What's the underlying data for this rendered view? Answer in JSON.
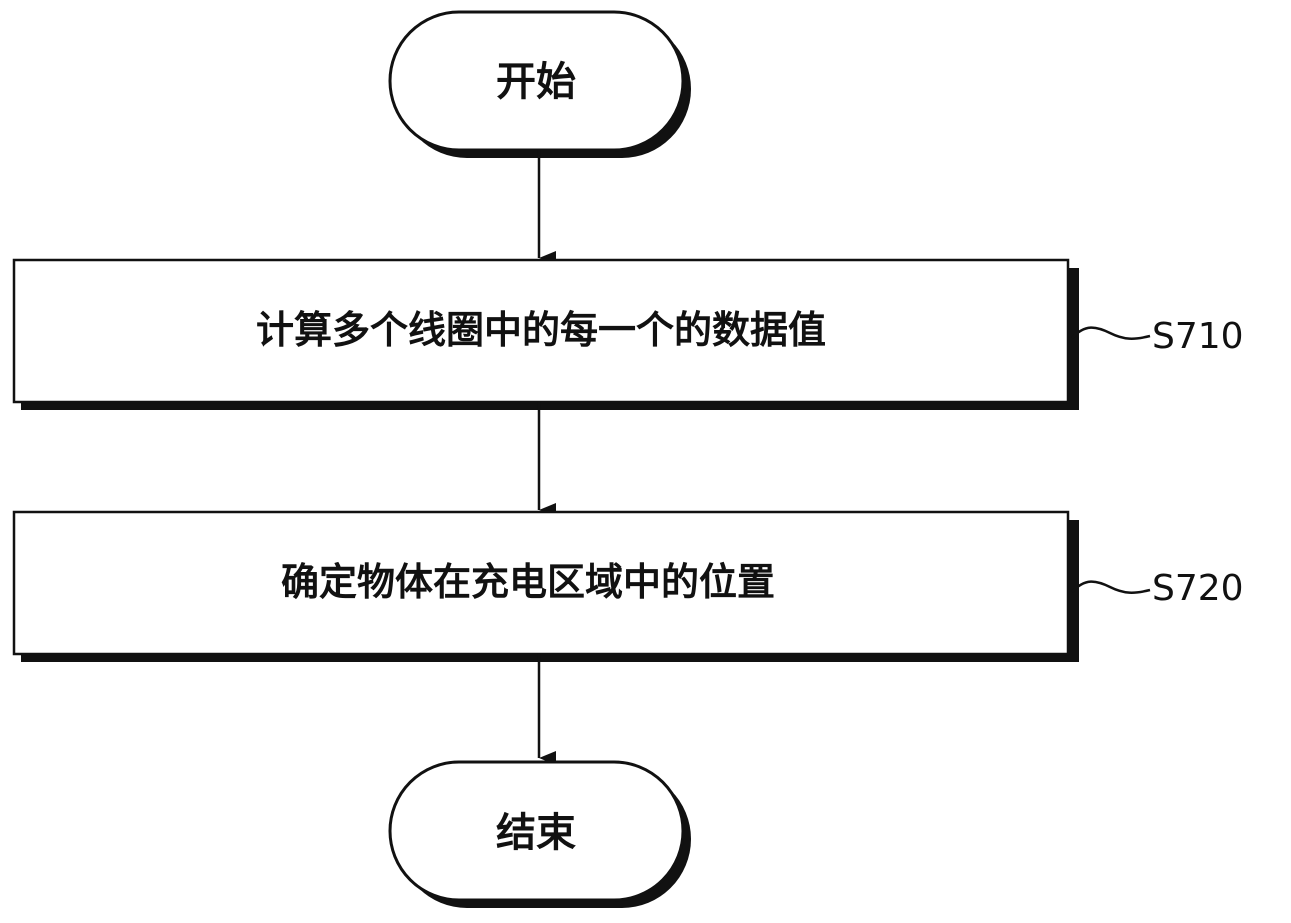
{
  "nodes": {
    "start": {
      "label": "开始"
    },
    "step1": {
      "label": "计算多个线圈中的每一个的数据值",
      "code": "S710"
    },
    "step2": {
      "label": "确定物体在充电区域中的位置",
      "code": "S720"
    },
    "end": {
      "label": "结束"
    }
  },
  "colors": {
    "stroke": "#111111",
    "shadow": "#111111",
    "fill": "#ffffff"
  }
}
